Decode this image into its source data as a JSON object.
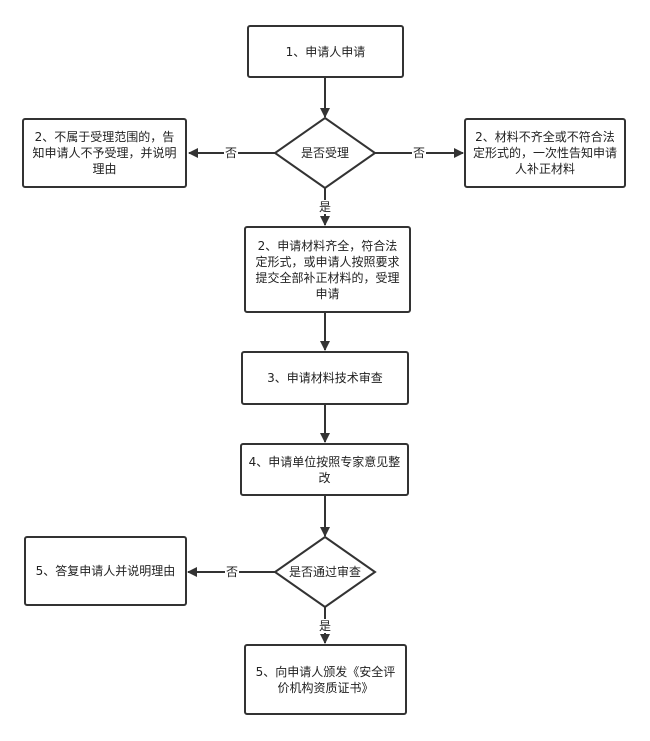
{
  "nodes": {
    "apply": "1、申请人申请",
    "decision_accept": "是否受理",
    "reject_scope": "2、不属于受理范围的，告知申请人不予受理，并说明理由",
    "incomplete": "2、材料不齐全或不符合法定形式的，一次性告知申请人补正材料",
    "accept": "2、申请材料齐全，符合法定形式，或申请人按照要求提交全部补正材料的，受理申请",
    "tech_review": "3、申请材料技术审查",
    "rectify": "4、申请单位按照专家意见整改",
    "decision_review": "是否通过审查",
    "reply": "5、答复申请人并说明理由",
    "issue": "5、向申请人颁发《安全评价机构资质证书》"
  },
  "edge_labels": {
    "no_left": "否",
    "no_right": "否",
    "yes_accept": "是",
    "no_review": "否",
    "yes_review": "是"
  }
}
